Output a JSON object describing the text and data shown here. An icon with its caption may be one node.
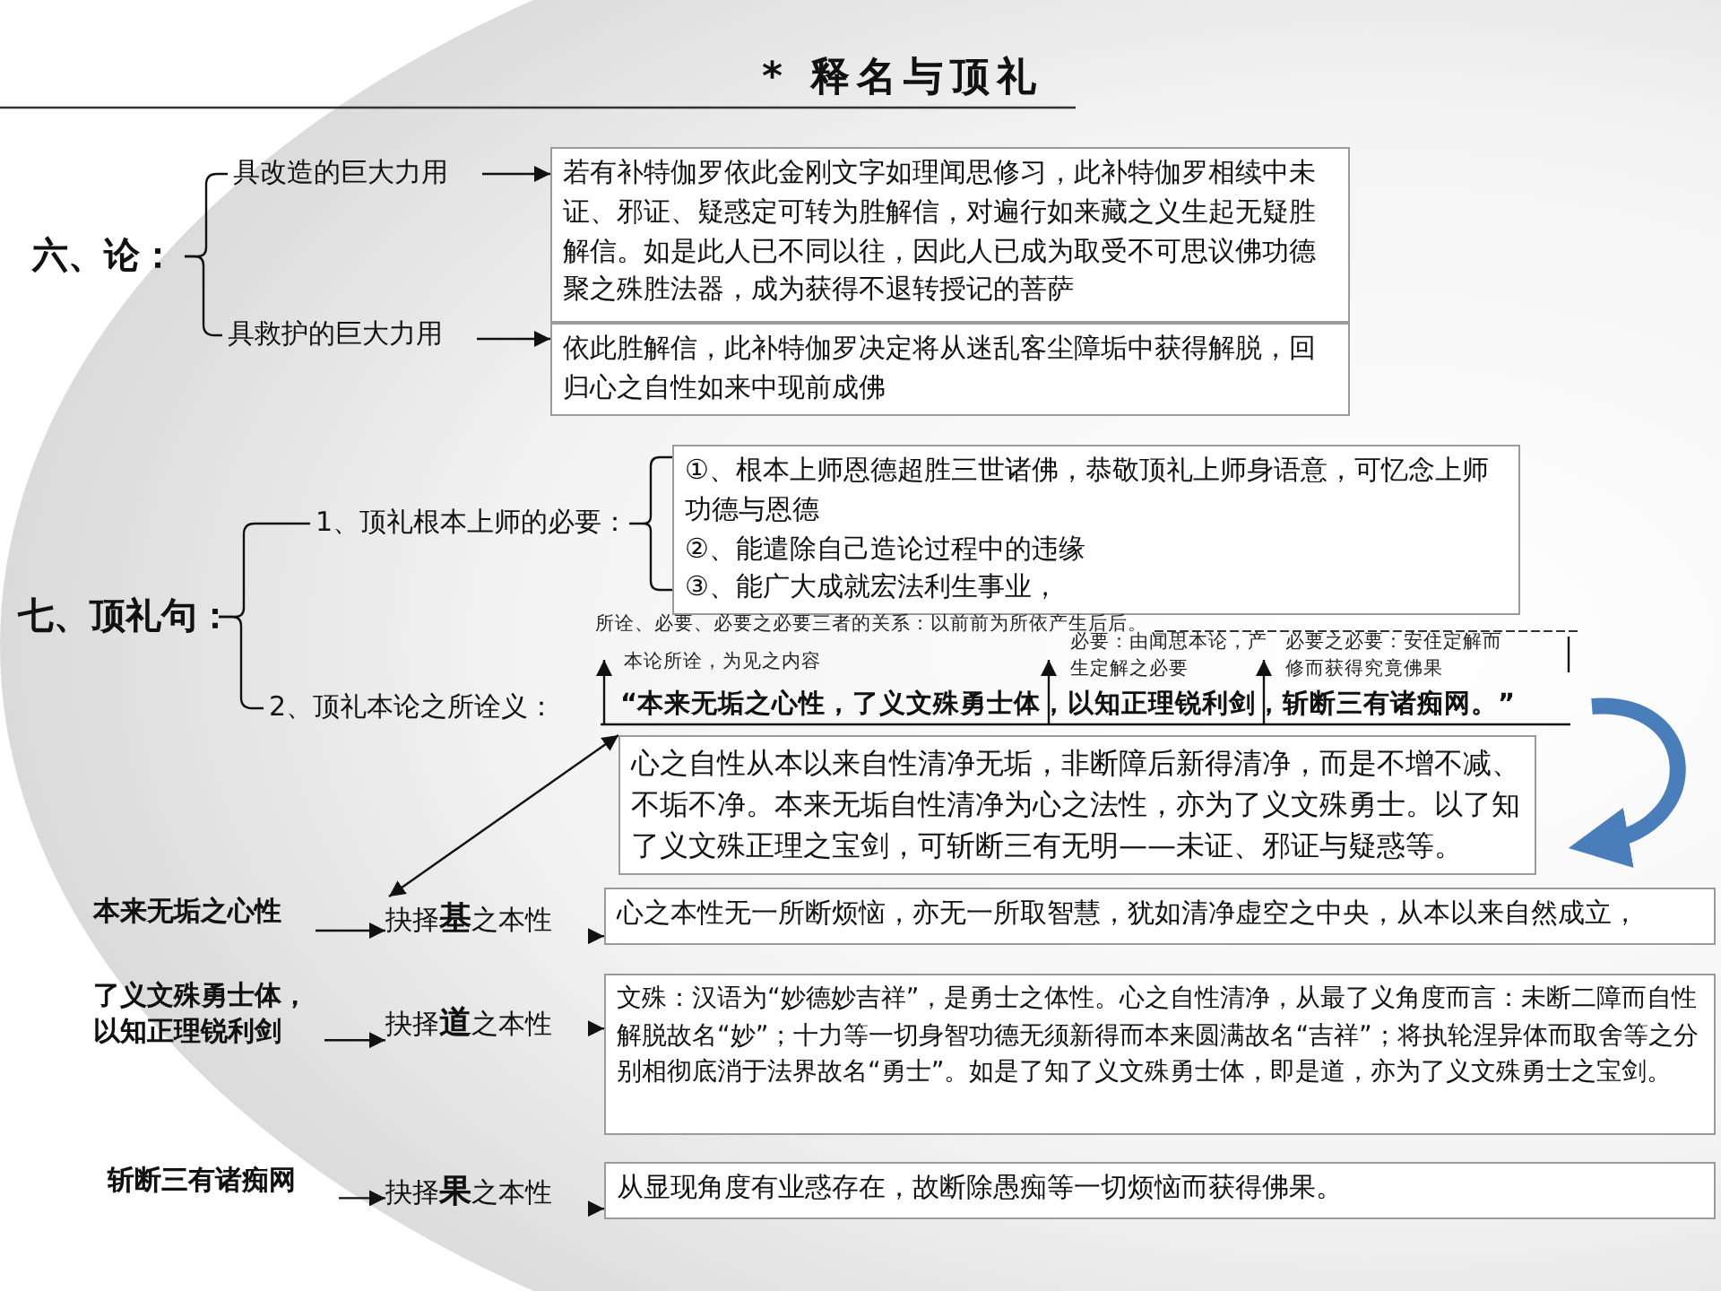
{
  "diagram": {
    "title": "* 释名与顶礼",
    "nodes": [
      {
        "text": [
          "六、论："
        ]
      },
      {
        "text": [
          "具改造的巨大力用"
        ]
      },
      {
        "text": [
          "若有补特伽罗依此金刚文字如理闻思修习，此补特伽罗相续中未证、邪证、疑惑定可转为胜解信，对遍行如来藏之义生起无疑胜解信。如是此人已不同以往，因此人已成为取受不可思议佛功德聚之殊胜法器，成为获得不退转授记的菩萨"
        ]
      },
      {
        "text": [
          "具救护的巨大力用"
        ]
      },
      {
        "text": [
          "依此胜解信，此补特伽罗决定将从迷乱客尘障垢中获得解脱，回归心之自性如来中现前成佛"
        ]
      },
      {
        "text": [
          "七、顶礼句："
        ]
      },
      {
        "text": [
          "1、顶礼根本上师的必要："
        ]
      },
      {
        "text": [
          "①、根本上师恩德超胜三世诸佛，恭敬顶礼上师身语意，可忆念上师功德与恩德",
          "②、能遣除自己造论过程中的违缘",
          "③、能广大成就宏法利生事业，"
        ]
      },
      {
        "text": [
          "2、顶礼本论之所诠义："
        ]
      },
      {
        "text": [
          "“本来无垢之心性，了义文殊勇士体，以知正理锐利剑，斩断三有诸痴网。”"
        ]
      },
      {
        "text": [
          "心之自性从本以来自性清净无垢，非断障后新得清净，而是不增不减、不垢不净。本来无垢自性清净为心之法性，亦为了义文殊勇士。以了知了义文殊正理之宝剑，可斩断三有无明——未证、邪证与疑惑等。"
        ]
      },
      {
        "text": [
          "本来无垢之心性"
        ]
      },
      {
        "text": [
          "抉择**基**之本性"
        ]
      },
      {
        "text": [
          "心之本性无一所断烦恼，亦无一所取智慧，犹如清净虚空之中央，从本以来自然成立，"
        ]
      },
      {
        "text": [
          "了义文殊勇士体，以知正理锐利剑"
        ]
      },
      {
        "text": [
          "抉择**道**之本性"
        ]
      },
      {
        "text": [
          "文殊：汉语为“妙德妙吉祥”，是勇士之体性。心之自性清净，从最了义角度而言：未断二障而自性解脱故名“妙”；十力等一切身智功德无须新得而本来圆满故名“吉祥”；将执轮涅异体而取舍等之分别相彻底消于法界故名“勇士”。如是了知了义文殊勇士体，即是道，亦为了义文殊勇士之宝剑。"
        ]
      },
      {
        "text": [
          "斩断三有诸痴网"
        ]
      },
      {
        "text": [
          "抉择**果**之本性"
        ]
      },
      {
        "text": [
          "从显现角度有业惑存在，故断除愚痴等一切烦恼而获得佛果。"
        ]
      }
    ],
    "edges": [
      {
        "from": 0,
        "to": 1,
        "arrow": "none"
      },
      {
        "from": 0,
        "to": 3,
        "arrow": "none"
      },
      {
        "from": 1,
        "to": 2,
        "arrow": "to"
      },
      {
        "from": 3,
        "to": 4,
        "arrow": "to"
      },
      {
        "from": 5,
        "to": 6,
        "arrow": "none"
      },
      {
        "from": 5,
        "to": 8,
        "arrow": "none"
      },
      {
        "from": 6,
        "to": 7,
        "arrow": "none"
      },
      {
        "from": 9,
        "to": 10,
        "arrow": "to",
        "style": "thick",
        "color": "#4a7ebb"
      },
      {
        "from": 12,
        "to": 10,
        "arrow": "both"
      },
      {
        "from": 11,
        "to": 12,
        "arrow": "to"
      },
      {
        "from": 12,
        "to": 13,
        "arrow": "to"
      },
      {
        "from": 14,
        "to": 15,
        "arrow": "to"
      },
      {
        "from": 15,
        "to": 16,
        "arrow": "to"
      },
      {
        "from": 17,
        "to": 18,
        "arrow": "to"
      },
      {
        "from": 18,
        "to": 19,
        "arrow": "to"
      }
    ],
    "labels": [
      "所诠、必要、必要之必要三者的关系：以前前为所依产生后后。",
      "本论所诠，为见之内容",
      "必要：由闻思本论，产生定解之必要",
      "必要之必要：安住定解而修而获得究竟佛果"
    ]
  }
}
